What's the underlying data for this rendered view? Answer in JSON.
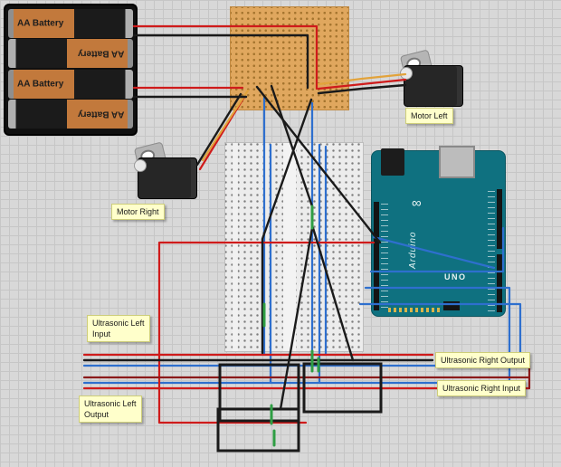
{
  "battery_pack": {
    "cells": [
      {
        "label": "AA Battery"
      },
      {
        "label": "AA Battery"
      },
      {
        "label": "AA Battery"
      },
      {
        "label": "AA Battery"
      }
    ]
  },
  "arduino": {
    "brand": "Arduino",
    "model": "UNO",
    "logo": "∞"
  },
  "annotations": [
    {
      "id": "motor-left",
      "text": "Motor Left"
    },
    {
      "id": "motor-right",
      "text": "Motor Right"
    },
    {
      "id": "ultrasonic-left-input",
      "text": "Ultrasonic Left\nInput"
    },
    {
      "id": "ultrasonic-right-output",
      "text": "Ultrasonic Right Output"
    },
    {
      "id": "ultrasonic-right-input",
      "text": "Ultrasonic Right Input"
    },
    {
      "id": "ultrasonic-left-output",
      "text": "Ultrasonic Left\nOutput"
    }
  ],
  "colors": {
    "wire_red": "#cf1b1b",
    "wire_dark_red": "#8b1a1a",
    "wire_black": "#1a1a1a",
    "wire_blue": "#2e6fce",
    "wire_yellow": "#e2a33b",
    "wire_green": "#2f9e44",
    "board_teal": "#0f7180",
    "perfboard_tan": "#e0a75e",
    "note_yellow": "#ffffcb"
  }
}
